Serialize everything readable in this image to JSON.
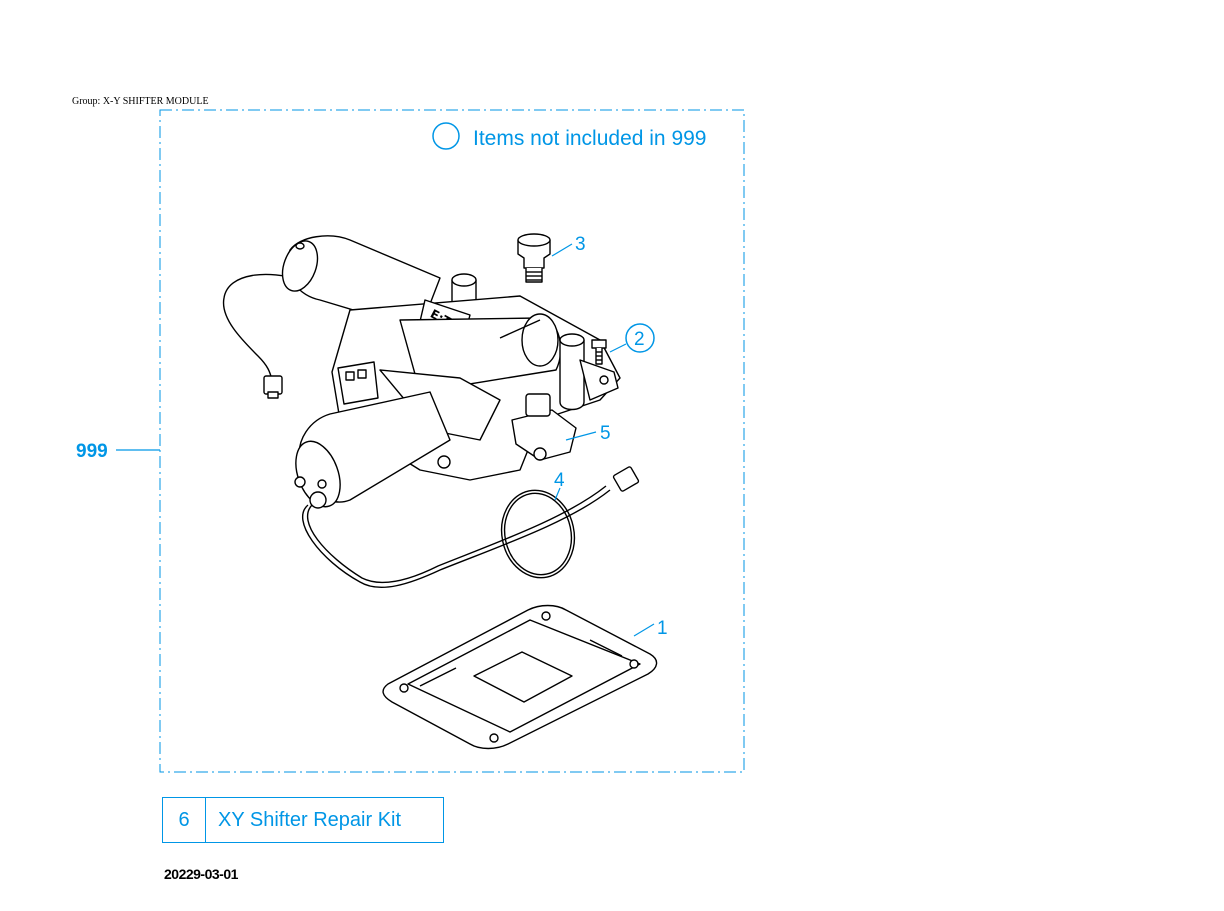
{
  "group_label": "Group: X-Y SHIFTER MODULE",
  "legend": {
    "text": "Items not included in 999"
  },
  "assembly_callout": "999",
  "callouts": [
    {
      "id": "1",
      "label": "1",
      "circled": false
    },
    {
      "id": "2",
      "label": "2",
      "circled": true
    },
    {
      "id": "3",
      "label": "3",
      "circled": false
    },
    {
      "id": "4",
      "label": "4",
      "circled": false
    },
    {
      "id": "5",
      "label": "5",
      "circled": false
    }
  ],
  "kit": {
    "number": "6",
    "name": "XY Shifter Repair Kit"
  },
  "date": "20229-03-01",
  "colors": {
    "callout_blue": "#0096e6",
    "line_black": "#000000"
  }
}
